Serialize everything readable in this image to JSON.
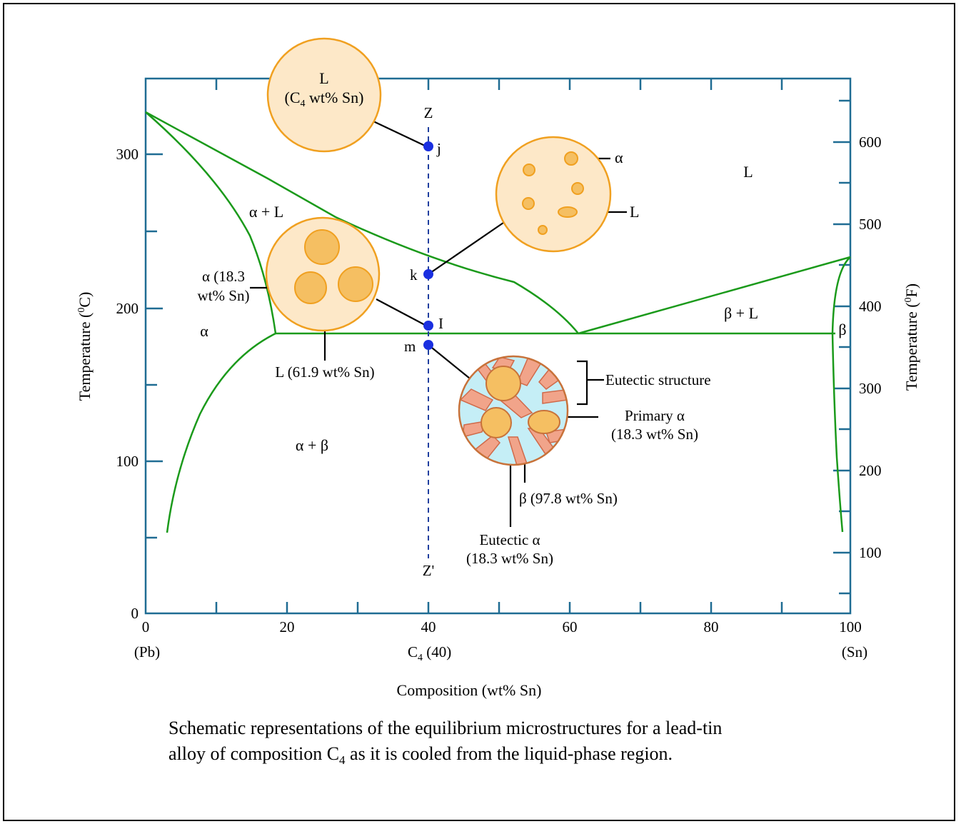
{
  "diagram": {
    "x_axis": {
      "label": "Composition (wt% Sn)",
      "ticks": [
        "0",
        "20",
        "40",
        "60",
        "80",
        "100"
      ],
      "left_end": "(Pb)",
      "right_end": "(Sn)",
      "c4_label_main": "C",
      "c4_label_sub": "4",
      "c4_label_rest": " (40)"
    },
    "y_axis_left": {
      "label_main": "Temperature (",
      "label_sup": "0",
      "label_rest": "C)",
      "ticks": [
        "300",
        "200",
        "100",
        "0"
      ]
    },
    "y_axis_right": {
      "label_main": "Temperature (",
      "label_sup": "0",
      "label_rest": "F)",
      "ticks": [
        "600",
        "500",
        "400",
        "300",
        "200",
        "100"
      ]
    },
    "regions": {
      "liquid": "L",
      "alpha_plus_liquid": "α + L",
      "alpha": "α",
      "alpha_plus_beta": "α + β",
      "beta_plus_liquid": "β + L",
      "beta": "β"
    },
    "path": {
      "top_label": "Z",
      "bottom_label": "Z'",
      "points": [
        "j",
        "k",
        "I",
        "m"
      ]
    },
    "micro_j": {
      "line1": "L",
      "line2_main": "(C",
      "line2_sub": "4",
      "line2_rest": " wt% Sn)"
    },
    "micro_k": {
      "alpha_label": "α",
      "liquid_label": "L"
    },
    "micro_l": {
      "alpha_label_line1": "α (18.3",
      "alpha_label_line2": "wt% Sn)",
      "liquid_label": "L (61.9 wt% Sn)"
    },
    "micro_m": {
      "eutectic_structure": "Eutectic structure",
      "primary_alpha_line1": "Primary α",
      "primary_alpha_line2": "(18.3 wt% Sn)",
      "beta_label": "β (97.8 wt% Sn)",
      "eutectic_alpha_line1": "Eutectic α",
      "eutectic_alpha_line2": "(18.3 wt% Sn)"
    },
    "colors": {
      "axis": "#1f6c93",
      "phase_lines": "#1b9a1b",
      "path_line": "#1f3f9f",
      "points": "#1a2fe0",
      "circle_fill": "#fde8c8",
      "circle_stroke": "#f0a020",
      "particle_fill": "#f5bf62",
      "eutectic_bg": "#c5eef6",
      "beta_lamella": "#f1a48a"
    }
  },
  "caption": {
    "line1": "Schematic representations of the equilibrium microstructures for a lead-tin",
    "line2_main": "alloy of composition C",
    "line2_sub": "4",
    "line2_rest": " as it is cooled from the liquid-phase region."
  }
}
